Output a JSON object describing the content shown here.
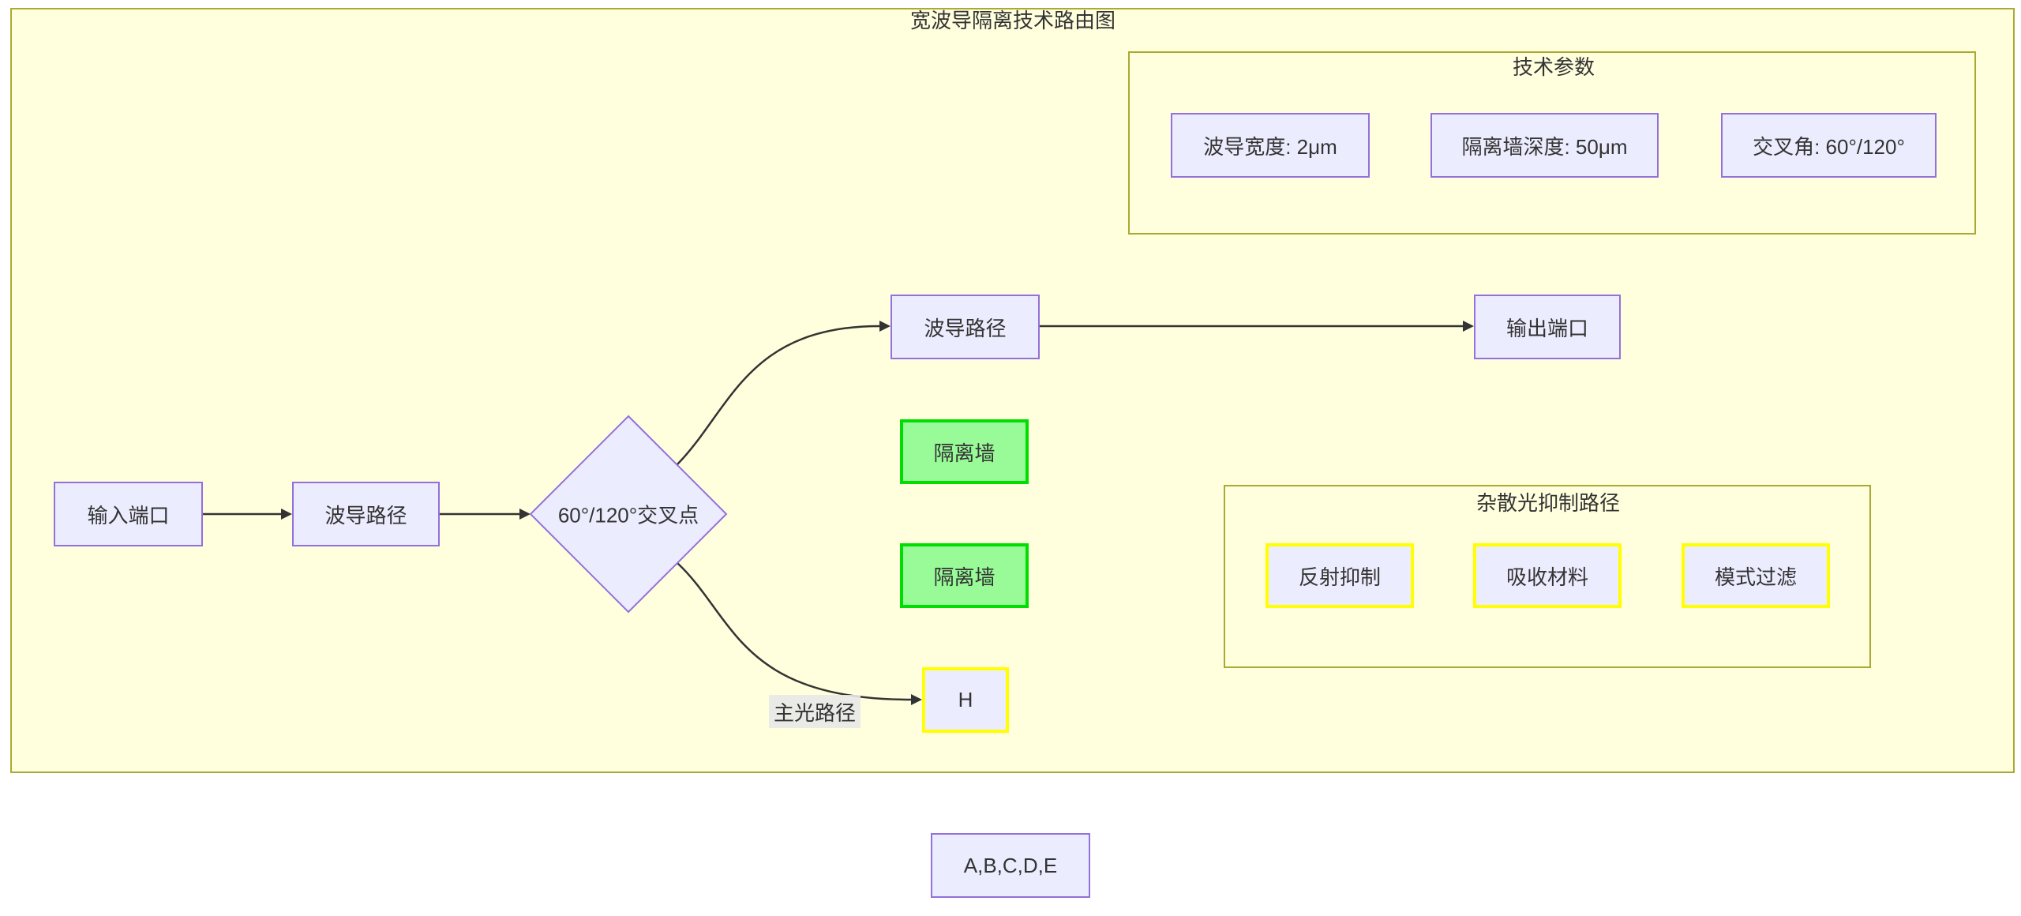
{
  "diagram": {
    "title": "宽波导隔离技术路由图",
    "tech_params": {
      "title": "技术参数",
      "items": [
        {
          "label": "波导宽度: 2μm"
        },
        {
          "label": "隔离墙深度: 50μm"
        },
        {
          "label": "交叉角: 60°/120°"
        }
      ]
    },
    "stray_light": {
      "title": "杂散光抑制路径",
      "items": [
        {
          "label": "反射抑制"
        },
        {
          "label": "吸收材料"
        },
        {
          "label": "模式过滤"
        }
      ]
    },
    "nodes": {
      "input_port": "输入端口",
      "waveguide_path_1": "波导路径",
      "cross_point": "60°/120°交叉点",
      "waveguide_path_2": "波导路径",
      "output_port": "输出端口",
      "isolation_wall_1": "隔离墙",
      "isolation_wall_2": "隔离墙",
      "h_node": "H",
      "abcde_node": "A,B,C,D,E"
    },
    "edge_labels": {
      "main_light_path": "主光路径"
    },
    "colors": {
      "container_fill": "#ffffde",
      "container_border": "#aaaa33",
      "node_fill": "#ececff",
      "node_border": "#9370db",
      "green_fill": "#98fb98",
      "green_border": "#00dd00",
      "yellow_border": "#ffff00",
      "edge_color": "#333333",
      "edge_label_bg": "#e8e8e8",
      "text_color": "#333333"
    }
  }
}
